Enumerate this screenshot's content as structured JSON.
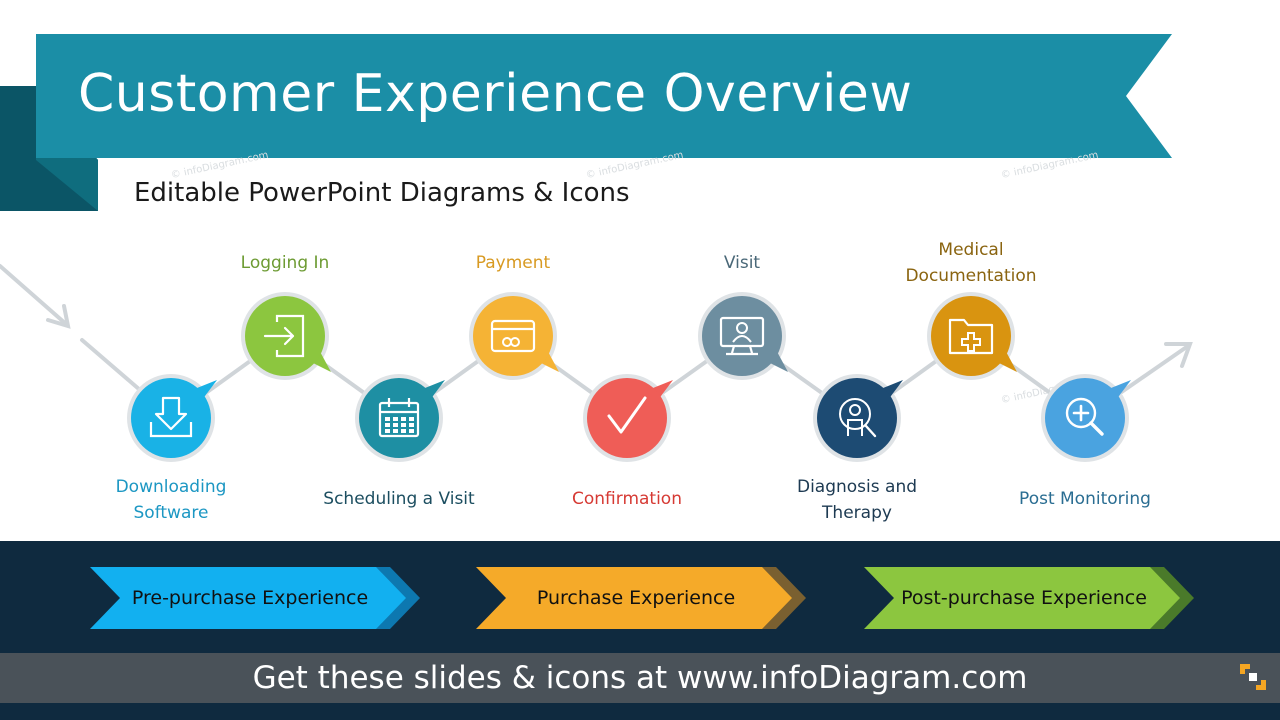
{
  "header": {
    "title": "Customer Experience Overview",
    "subtitle": "Editable PowerPoint Diagrams & Icons",
    "colors": {
      "banner": "#1b8ea6",
      "banner_dark": "#0f6d7e",
      "banner_fold": "#0b5566"
    }
  },
  "watermark": "© infoDiagram.com",
  "steps": [
    {
      "label": "Downloading Software",
      "lines": [
        "Downloading",
        "Software"
      ],
      "icon": "download-icon",
      "color": "#19b2e6",
      "label_color": "#1c97c3"
    },
    {
      "label": "Logging In",
      "lines": [
        "Logging In"
      ],
      "icon": "login-icon",
      "color": "#8cc63f",
      "label_color": "#6d9b33"
    },
    {
      "label": "Scheduling a Visit",
      "lines": [
        "Scheduling a Visit"
      ],
      "icon": "calendar-icon",
      "color": "#1e8fa3",
      "label_color": "#1c4e60"
    },
    {
      "label": "Payment",
      "lines": [
        "Payment"
      ],
      "icon": "credit-card-icon",
      "color": "#f5b335",
      "label_color": "#d89a22"
    },
    {
      "label": "Confirmation",
      "lines": [
        "Confirmation"
      ],
      "icon": "checkmark-icon",
      "color": "#ef5d57",
      "label_color": "#d63a34"
    },
    {
      "label": "Visit",
      "lines": [
        "Visit"
      ],
      "icon": "doctor-monitor-icon",
      "color": "#6d8ea0",
      "label_color": "#4a6878"
    },
    {
      "label": "Diagnosis and Therapy",
      "lines": [
        "Diagnosis and",
        "Therapy"
      ],
      "icon": "doctor-target-icon",
      "color": "#1d4b73",
      "label_color": "#1d3a52"
    },
    {
      "label": "Medical Documentation",
      "lines": [
        "Medical",
        "Documentation"
      ],
      "icon": "medical-folder-icon",
      "color": "#d99410",
      "label_color": "#8a6410"
    },
    {
      "label": "Post Monitoring",
      "lines": [
        "Post Monitoring"
      ],
      "icon": "magnifier-plus-icon",
      "color": "#4aa3e0",
      "label_color": "#2a6d92"
    }
  ],
  "phases": [
    {
      "label": "Pre-purchase Experience",
      "color": "#12b0f0",
      "shadow": "#0d78b0"
    },
    {
      "label": "Purchase Experience",
      "color": "#f5aa29",
      "shadow": "#7a6030"
    },
    {
      "label": "Post-purchase Experience",
      "color": "#8cc63f",
      "shadow": "#4a7a2a"
    }
  ],
  "footer": {
    "text": "Get these slides & icons at www.infoDiagram.com",
    "logo_color": "#f5a623"
  }
}
